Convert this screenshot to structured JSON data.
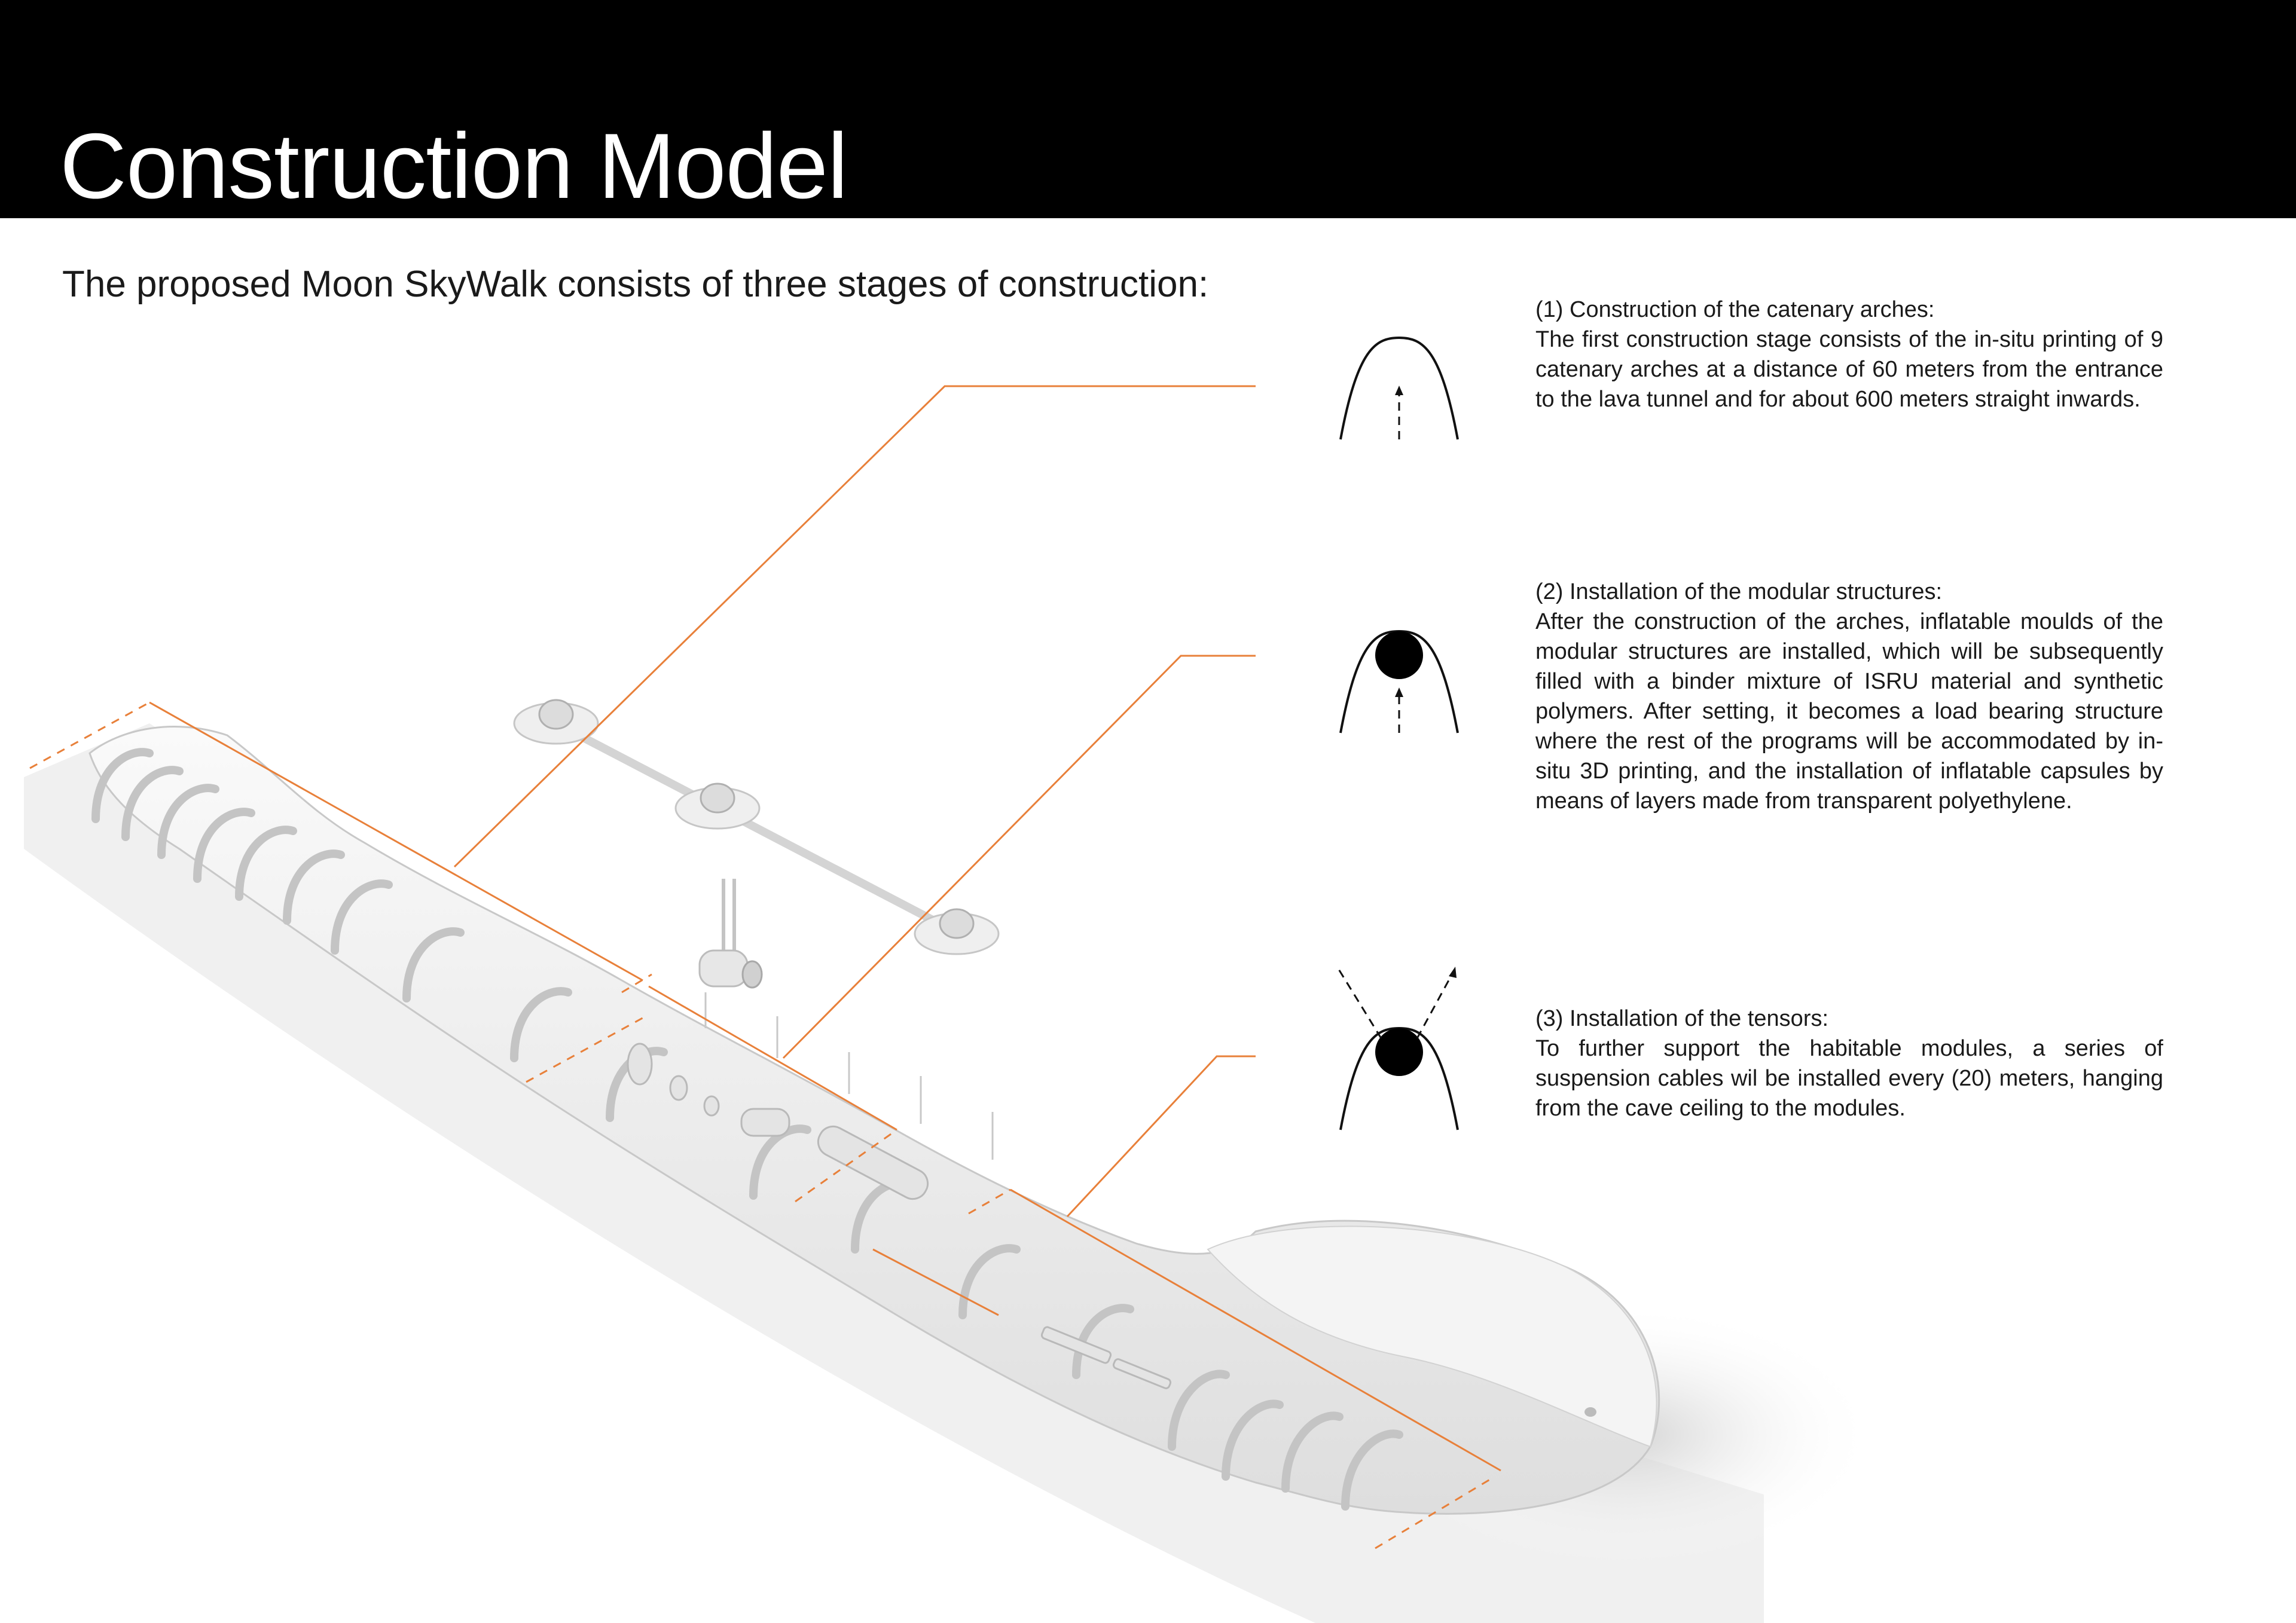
{
  "header": {
    "title": "Construction Model"
  },
  "intro": "The proposed Moon SkyWalk consists of three stages of construction:",
  "colors": {
    "header_band": "#000000",
    "leader_line": "#e8803a",
    "text": "#1a1a1a"
  },
  "stages": [
    {
      "title": "(1) Construction of the catenary arches:",
      "description": "The first construction stage consists of the in-situ printing of 9 catenary arches at a distance of 60 meters from the entrance to the lava tunnel and for about 600 meters straight inwards.",
      "icon": "catenary-arch-icon"
    },
    {
      "title": "(2) Installation of the modular structures:",
      "description": "After the construction of the arches, inflatable moulds of the modular structures are installed, which will be subsequently filled with a binder mixture of ISRU material and synthetic polymers. After setting, it becomes a load bearing structure where the rest of the programs will be accommodated by in-situ 3D printing, and the installation of inflatable capsules by means of layers made  from transparent polyethylene.",
      "icon": "arch-with-module-icon"
    },
    {
      "title": "(3) Installation of the tensors:",
      "description": "To further support the habitable modules, a series of suspension cables wil be installed every (20) meters, hanging from the cave ceiling to the modules.",
      "icon": "arch-with-tensors-icon"
    }
  ]
}
